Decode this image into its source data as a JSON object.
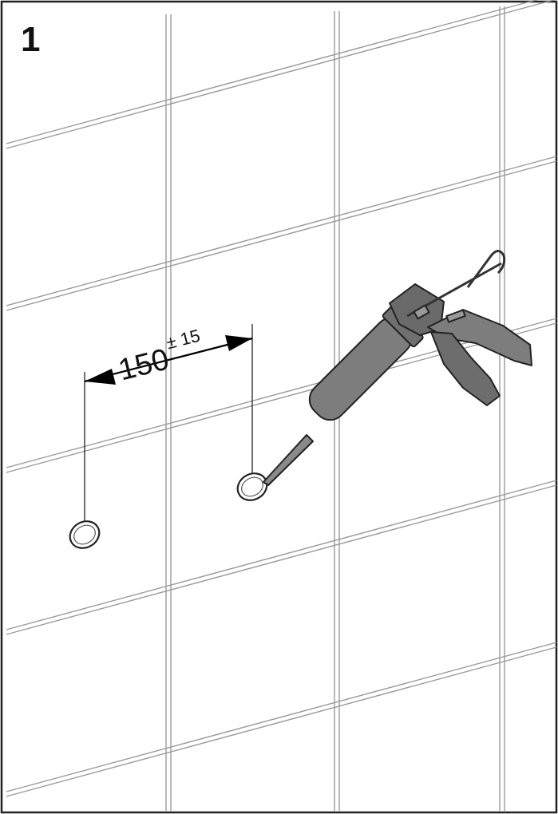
{
  "step": {
    "number": "1"
  },
  "dimension": {
    "value": "150",
    "tolerance": "± 15"
  },
  "icons": {
    "caulking_gun": "caulking-gun-icon",
    "drill_hole_left": "drill-hole-icon",
    "drill_hole_right": "drill-hole-icon"
  },
  "colors": {
    "frame": "#222222",
    "grout": "#9a9a9a",
    "gun_body": "#7d7d7d",
    "gun_dark": "#555555",
    "arrow": "#000000"
  }
}
